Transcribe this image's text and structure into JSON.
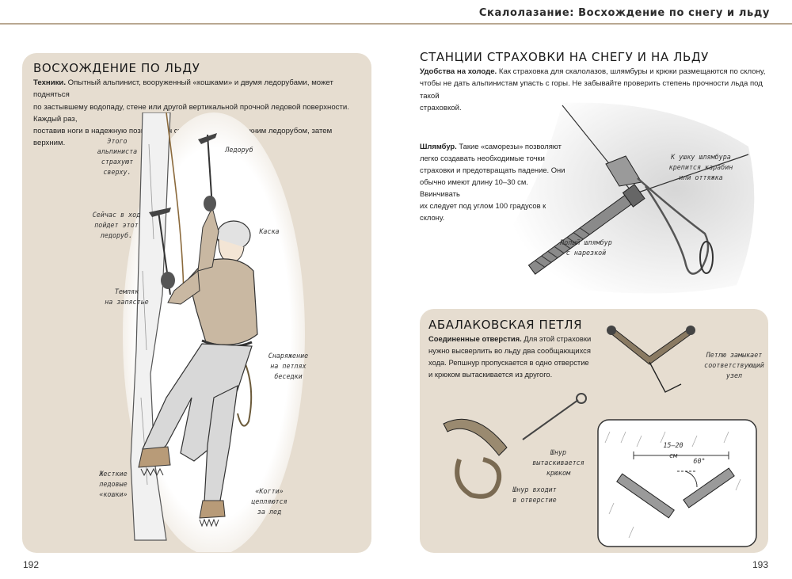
{
  "header": {
    "title": "Скалолазание: Восхождение по снегу и льду"
  },
  "left": {
    "title": "ВОСХОЖДЕНИЕ ПО ЛЬДУ",
    "lead": "Техники.",
    "text_l1": " Опытный альпинист, вооруженный «кошками» и двумя ледорубами, может подняться",
    "text_l2": "по застывшему водопаду, стене или другой вертикальной прочной ледовой поверхности. Каждый раз,",
    "text_l3": "поставив ноги в надежную позицию, он сначала работает нижним ледорубом, затем верхним.",
    "annotations": {
      "belayed": "Этого\nальпиниста\nстрахуют\nсверху.",
      "ice_axe": "Ледоруб",
      "next_move": "Сейчас в ход\nпойдет этот\nледоруб.",
      "helmet": "Каска",
      "wrist_leash": "Темляк\nна запястье",
      "gear": "Снаряжение\nна петлях\nбеседки",
      "crampons": "Жесткие\nледовые\n«кошки»",
      "claws": "«Когти»\nцепляются\nза лед"
    },
    "page_number": "192"
  },
  "right": {
    "title": "СТАНЦИИ СТРАХОВКИ НА СНЕГУ И НА ЛЬДУ",
    "lead": "Удобства на холоде.",
    "text_l1": " Как страховка для скалолазов, шлямбуры и крюки размещаются по склону,",
    "text_l2": "чтобы не дать альпинистам упасть с горы. Не забывайте проверить степень прочности льда под такой",
    "text_l3": "страховкой.",
    "screw_lead": "Шлямбур.",
    "screw_l1": " Такие «саморезы» позволяют",
    "screw_l2": "легко создавать необходимые точки",
    "screw_l3": "страховки и предотвращать падение. Они",
    "screw_l4": "обычно имеют длину 10–30 см. Ввинчивать",
    "screw_l5": "их следует под углом 100 градусов к склону.",
    "annotations": {
      "eye": "К ушку шлямбура\nкрепится карабин\nили оттяжка",
      "hollow": "Полый шлямбур\nс нарезкой"
    },
    "page_number": "193"
  },
  "abalakov": {
    "title": "АБАЛАКОВСКАЯ ПЕТЛЯ",
    "lead": "Соединенные отверстия.",
    "text_l1": " Для этой страховки",
    "text_l2": "нужно высверлить во льду два сообщающихся",
    "text_l3": "хода. Репшнур пропускается в одно отверстие",
    "text_l4": "и крюком вытаскивается из другого.",
    "annotations": {
      "knot": "Петлю замыкает\nсоответствующий\nузел",
      "hook": "Шнур\nвытаскивается\nкрюком",
      "enters": "Шнур входит\nв отверстие",
      "distance": "15–20 см",
      "angle": "60°"
    }
  },
  "colors": {
    "panel": "#e6ddd0",
    "rule": "#b9a892",
    "jacket": "#c9b8a2",
    "pants": "#d8d8d8"
  }
}
